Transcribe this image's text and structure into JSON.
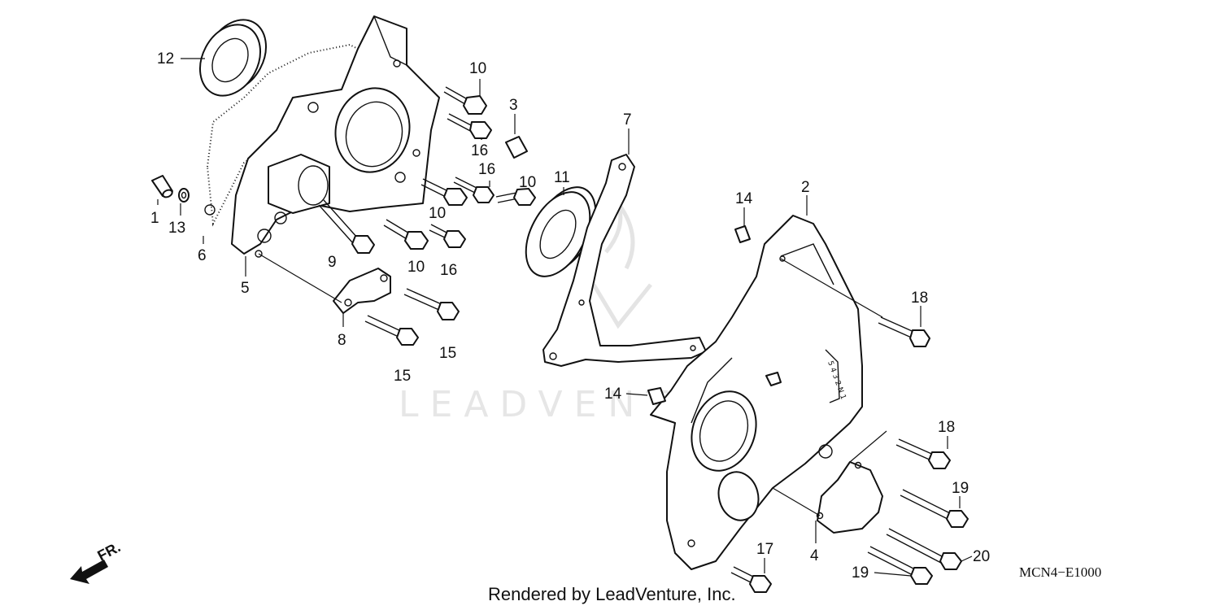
{
  "footer_text": "Rendered by LeadVenture, Inc.",
  "diagram_code": "MCN4−E1000",
  "watermark": "LEADVENTURE",
  "direction_label": "FR.",
  "callouts": {
    "c1": "1",
    "c2": "2",
    "c3": "3",
    "c4": "4",
    "c5": "5",
    "c6": "6",
    "c7": "7",
    "c8": "8",
    "c9": "9",
    "c10a": "10",
    "c10b": "10",
    "c10c": "10",
    "c10d": "10",
    "c11": "11",
    "c12": "12",
    "c13": "13",
    "c14a": "14",
    "c14b": "14",
    "c15a": "15",
    "c15b": "15",
    "c16a": "16",
    "c16b": "16",
    "c16c": "16",
    "c17": "17",
    "c18a": "18",
    "c18b": "18",
    "c19a": "19",
    "c19b": "19",
    "c20": "20"
  }
}
